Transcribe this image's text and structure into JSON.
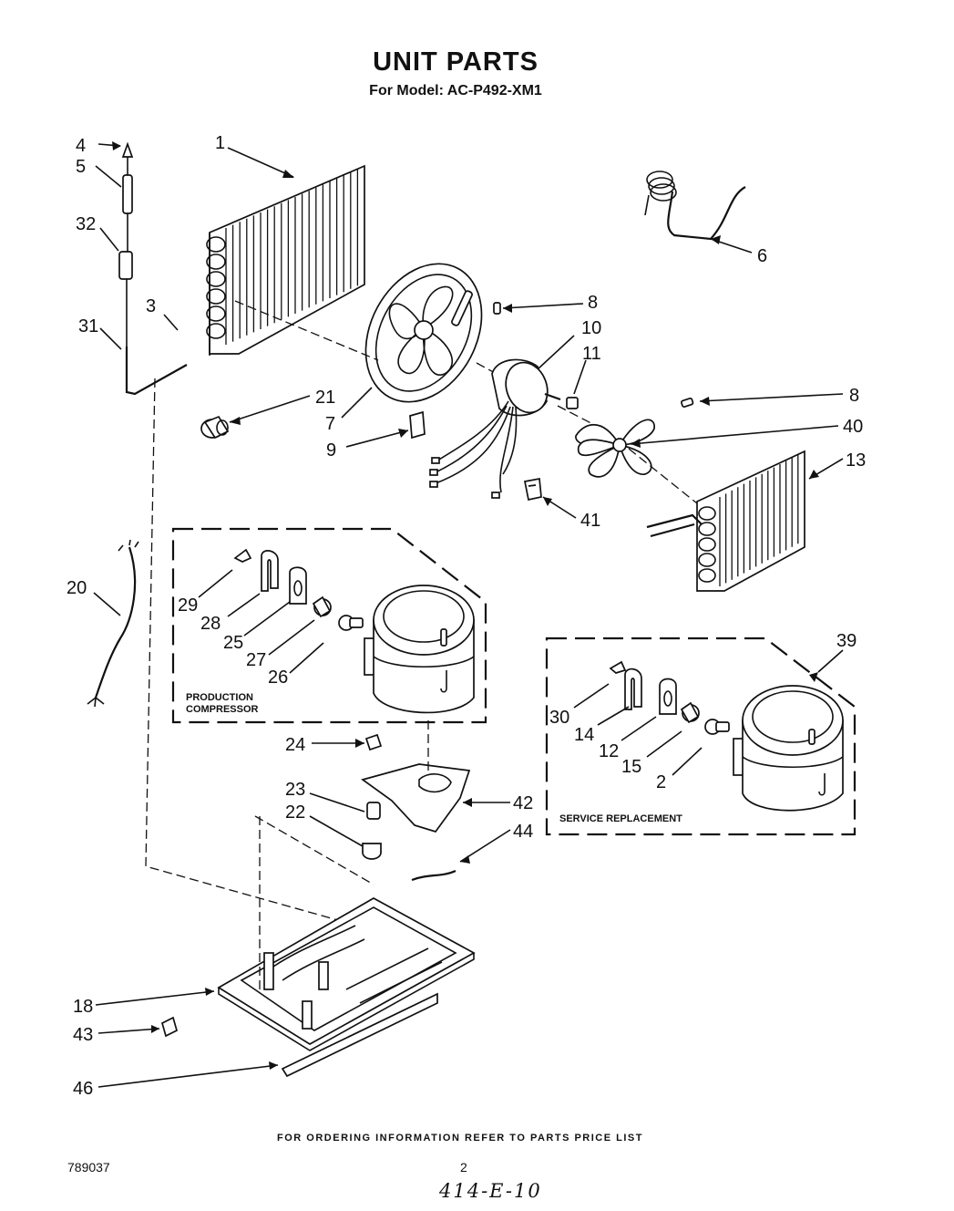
{
  "header": {
    "title": "UNIT PARTS",
    "subtitle": "For Model: AC-P492-XM1"
  },
  "callouts": [
    "1",
    "2",
    "3",
    "4",
    "5",
    "6",
    "7",
    "8",
    "8",
    "9",
    "10",
    "11",
    "12",
    "13",
    "14",
    "15",
    "18",
    "20",
    "21",
    "22",
    "23",
    "24",
    "25",
    "26",
    "27",
    "28",
    "29",
    "30",
    "31",
    "32",
    "39",
    "40",
    "41",
    "42",
    "43",
    "44",
    "46"
  ],
  "boxes": {
    "production": [
      "PRODUCTION",
      "COMPRESSOR"
    ],
    "service": "SERVICE REPLACEMENT"
  },
  "footer": {
    "ordering_note": "FOR ORDERING INFORMATION REFER TO PARTS PRICE LIST",
    "doc_number": "789037",
    "page_number": "2",
    "handwritten_note": "414-E-10"
  }
}
